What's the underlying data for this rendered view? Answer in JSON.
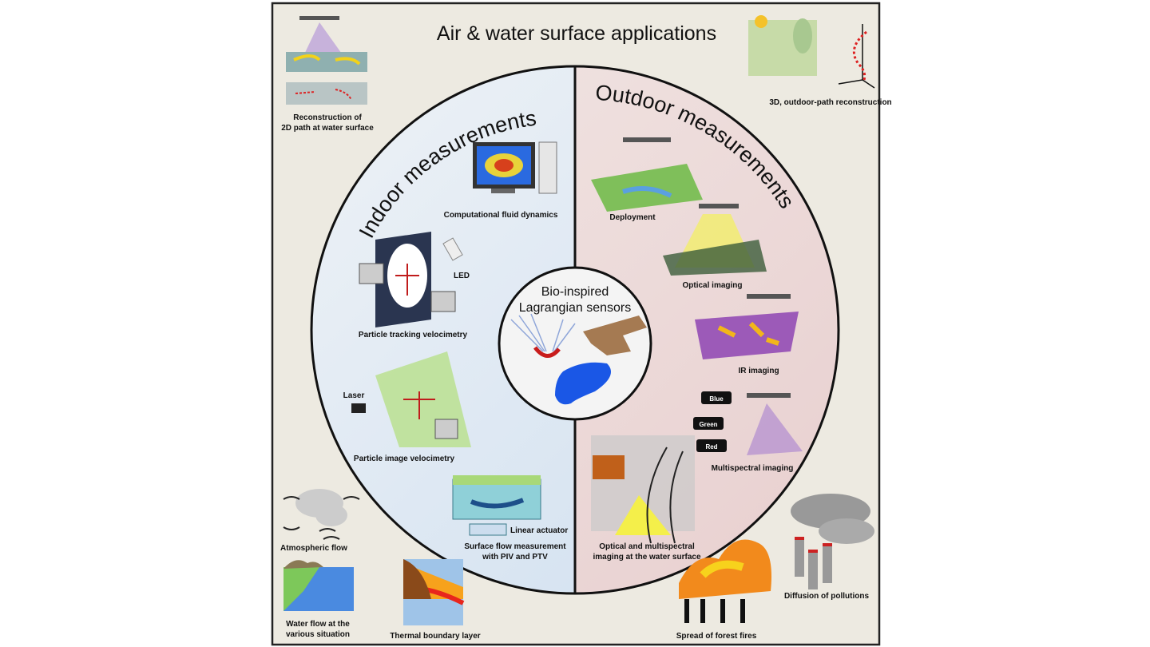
{
  "title": "Air & water surface applications",
  "indoor": {
    "heading": "Indoor measurements",
    "items": [
      "Computational fluid dynamics",
      "Particle tracking velocimetry",
      "Particle image velocimetry",
      "Surface flow measurement",
      "with PIV and PTV"
    ],
    "tags": {
      "led": "LED",
      "laser": "Laser",
      "actuator": "Linear actuator"
    }
  },
  "outdoor": {
    "heading": "Outdoor measurements",
    "items": [
      "Deployment",
      "Optical imaging",
      "IR imaging",
      "Multispectral imaging",
      "Optical and multispectral",
      "imaging at the water surface"
    ],
    "bands": [
      "Blue",
      "Green",
      "Red"
    ]
  },
  "center": {
    "line1": "Bio-inspired",
    "line2": "Lagrangian sensors"
  },
  "corners": {
    "top_left": [
      "Reconstruction of",
      "2D path at water surface"
    ],
    "top_right": "3D, outdoor-path reconstruction",
    "atmospheric": "Atmospheric flow",
    "water": [
      "Water flow at the",
      "various situation"
    ],
    "thermal": "Thermal boundary layer",
    "fires": "Spread of forest fires",
    "pollution": "Diffusion of pollutions"
  },
  "colors": {
    "background": "#edeae1",
    "indoor": "#d9e4ef",
    "outdoor": "#ecdcdc"
  }
}
